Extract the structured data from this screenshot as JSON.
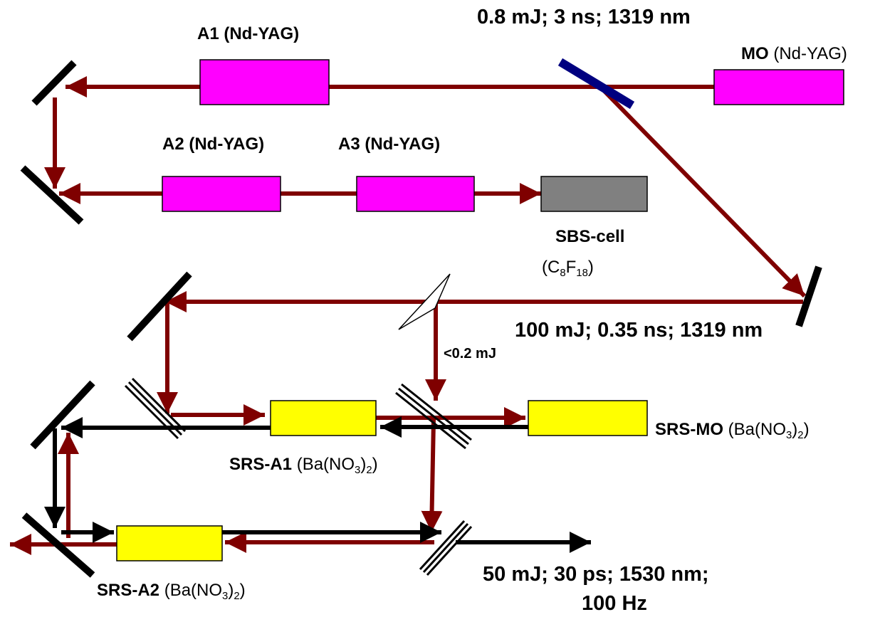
{
  "top_output": "0.8 mJ; 3 ns; 1319 nm",
  "compressed_output": "100 mJ; 0.35 ns; 1319 nm",
  "pickoff_energy": "<0.2 mJ",
  "final_output_line1": "50 mJ; 30 ps; 1530 nm;",
  "final_output_line2": "100 Hz",
  "components": {
    "a1": {
      "name": "A1 (Nd-YAG)"
    },
    "a2": {
      "name": "A2 (Nd-YAG)"
    },
    "a3": {
      "name": "A3 (Nd-YAG)"
    },
    "mo": {
      "name": "MO",
      "medium": "(Nd-YAG)"
    },
    "sbs": {
      "name": "SBS-cell",
      "paren_open": "(",
      "el1": "C",
      "n1": "8",
      "el2": "F",
      "n2": "18",
      "paren_close": ")"
    },
    "srs_mo": {
      "name": "SRS-MO",
      "pre": "(Ba(NO",
      "n": "3",
      "mid": ")",
      "n2": "2",
      "post": ")"
    },
    "srs_a1": {
      "name": "SRS-A1",
      "pre": "(Ba(NO",
      "n": "3",
      "mid": ")",
      "n2": "2",
      "post": ")"
    },
    "srs_a2": {
      "name": "SRS-A2",
      "pre": "(Ba(NO",
      "n": "3",
      "mid": ")",
      "n2": "2",
      "post": ")"
    }
  },
  "colors": {
    "pump_beam": "#7f0000",
    "stokes_beam": "#000000",
    "nd_yag": "#ff00ff",
    "srs_crystal": "#ffff00",
    "sbs_cell": "#808080",
    "polarizer": "#000080"
  }
}
